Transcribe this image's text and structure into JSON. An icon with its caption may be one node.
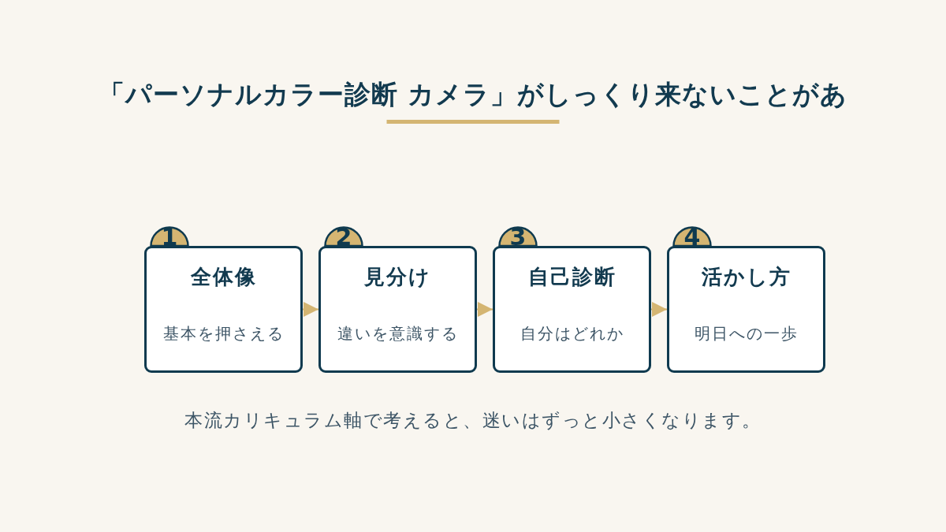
{
  "diagram": {
    "title": "「パーソナルカラー診断 カメラ」がしっくり来ないことがあ",
    "nodes": [
      {
        "text": [
          "1",
          "全体像",
          "基本を押さえる"
        ]
      },
      {
        "text": [
          "2",
          "見分け",
          "違いを意識する"
        ]
      },
      {
        "text": [
          "3",
          "自己診断",
          "自分はどれか"
        ]
      },
      {
        "text": [
          "4",
          "活かし方",
          "明日への一歩"
        ]
      }
    ],
    "edges": [
      {
        "from": 0,
        "to": 1,
        "arrow": "to"
      },
      {
        "from": 1,
        "to": 2,
        "arrow": "to"
      },
      {
        "from": 2,
        "to": 3,
        "arrow": "to"
      }
    ],
    "caption": "本流カリキュラム軸で考えると、迷いはずっと小さくなります。"
  }
}
